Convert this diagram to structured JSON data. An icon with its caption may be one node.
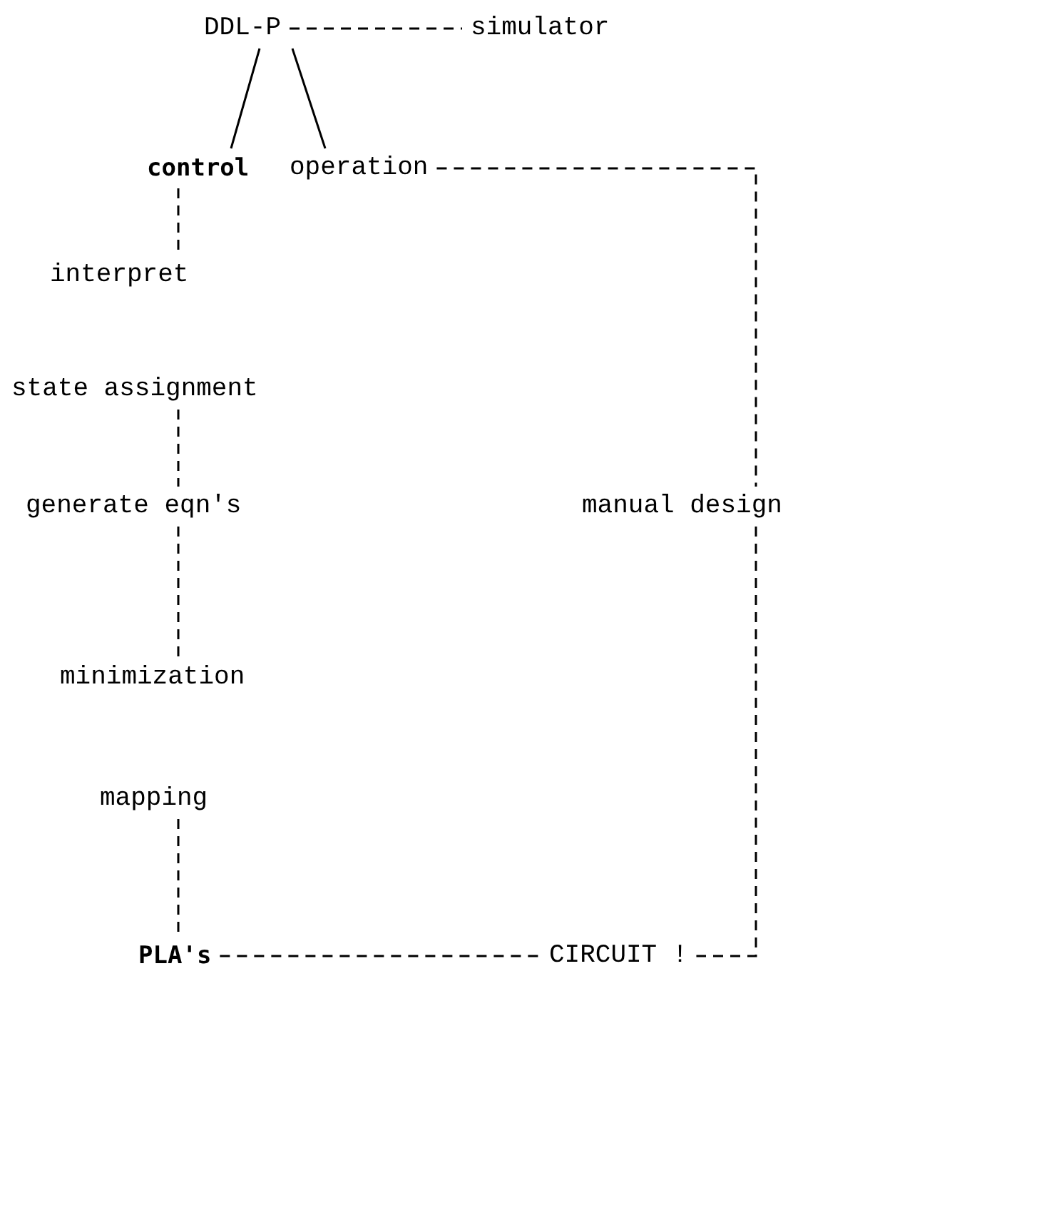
{
  "diagram": {
    "nodes": [
      {
        "text": [
          "DDL-P"
        ]
      },
      {
        "text": [
          "simulator"
        ]
      },
      {
        "text": [
          "control"
        ]
      },
      {
        "text": [
          "operation"
        ]
      },
      {
        "text": [
          "interpret"
        ]
      },
      {
        "text": [
          "state assignment"
        ]
      },
      {
        "text": [
          "generate eqn's"
        ]
      },
      {
        "text": [
          "minimization"
        ]
      },
      {
        "text": [
          "mapping"
        ]
      },
      {
        "text": [
          "PLA's"
        ]
      },
      {
        "text": [
          "manual design"
        ]
      },
      {
        "text": [
          "CIRCUIT !"
        ]
      }
    ],
    "edges": [
      {
        "from": 0,
        "to": 1,
        "arrow": "none",
        "style": "dashed"
      },
      {
        "from": 0,
        "to": 2,
        "arrow": "none"
      },
      {
        "from": 0,
        "to": 3,
        "arrow": "none"
      },
      {
        "from": 2,
        "to": 4,
        "arrow": "none",
        "style": "dashed"
      },
      {
        "from": 5,
        "to": 6,
        "arrow": "none",
        "style": "dashed"
      },
      {
        "from": 6,
        "to": 7,
        "arrow": "none",
        "style": "dashed"
      },
      {
        "from": 8,
        "to": 9,
        "arrow": "none",
        "style": "dashed"
      },
      {
        "from": 3,
        "to": 10,
        "arrow": "none",
        "style": "dashed"
      },
      {
        "from": 10,
        "to": 11,
        "arrow": "none",
        "style": "dashed"
      },
      {
        "from": 9,
        "to": 11,
        "arrow": "none",
        "style": "dashed"
      }
    ]
  }
}
